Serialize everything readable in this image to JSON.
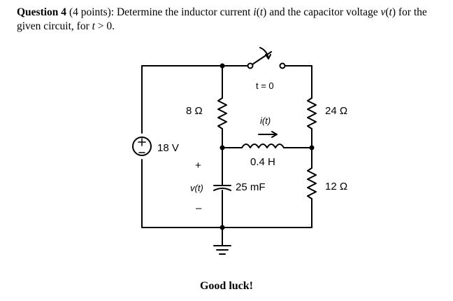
{
  "question": {
    "label": "Question 4",
    "points": "(4 points):",
    "text_1": " Determine the inductor current ",
    "i_var": "i",
    "t_var_1": "t",
    "text_2": " and the capacitor voltage ",
    "v_var": "v",
    "t_var_2": "t",
    "text_3": " for the given circuit, for ",
    "t_var_3": "t",
    "text_4": " > 0."
  },
  "circuit": {
    "source_voltage": "18 V",
    "r1": "8 Ω",
    "r2": "24 Ω",
    "r3": "12 Ω",
    "inductor": "0.4 H",
    "capacitor": "25 mF",
    "switch_label": "t = 0",
    "current_label": "i(t)",
    "voltage_label": "v(t)",
    "plus": "+",
    "minus": "–"
  },
  "closing": "Good luck!"
}
